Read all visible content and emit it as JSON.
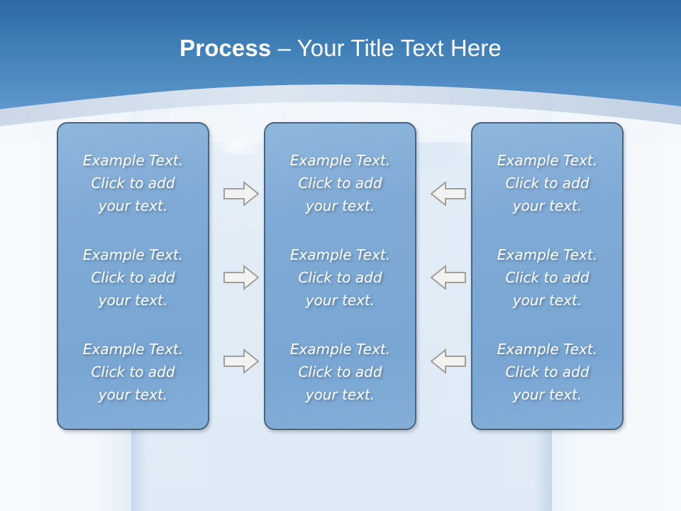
{
  "slide": {
    "title": {
      "bold_part": "Process",
      "rest_part": " – Your Title Text Here"
    },
    "colors": {
      "header_gradient_top": "#2E6CA8",
      "header_gradient_bottom": "#5E97CB",
      "swoosh": "#C6D3E4",
      "box_fill": "#7FAAD5",
      "box_border": "#4E6377",
      "text_white": "#FFFFFF",
      "arrow_fill": "#F2F2F0",
      "arrow_stroke": "#A0A09A",
      "background": "#E2ECF6"
    },
    "columns": [
      {
        "name": "column-left",
        "items": [
          "Example Text.\nClick  to add\nyour text.",
          "Example Text.\nClick  to add\nyour text.",
          "Example Text.\nClick  to add\nyour text."
        ]
      },
      {
        "name": "column-middle",
        "items": [
          "Example Text.\nClick  to add\nyour text.",
          "Example Text.\nClick  to add\nyour text.",
          "Example Text.\nClick  to add\nyour text."
        ]
      },
      {
        "name": "column-right",
        "items": [
          "Example Text.\nClick  to add\nyour text.",
          "Example Text.\nClick  to add\nyour text.",
          "Example Text.\nClick  to add\nyour text."
        ]
      }
    ],
    "arrows": [
      {
        "name": "arrow-right-row-1",
        "direction": "right"
      },
      {
        "name": "arrow-right-row-2",
        "direction": "right"
      },
      {
        "name": "arrow-right-row-3",
        "direction": "right"
      },
      {
        "name": "arrow-left-row-1",
        "direction": "left"
      },
      {
        "name": "arrow-left-row-2",
        "direction": "left"
      },
      {
        "name": "arrow-left-row-3",
        "direction": "left"
      }
    ]
  }
}
